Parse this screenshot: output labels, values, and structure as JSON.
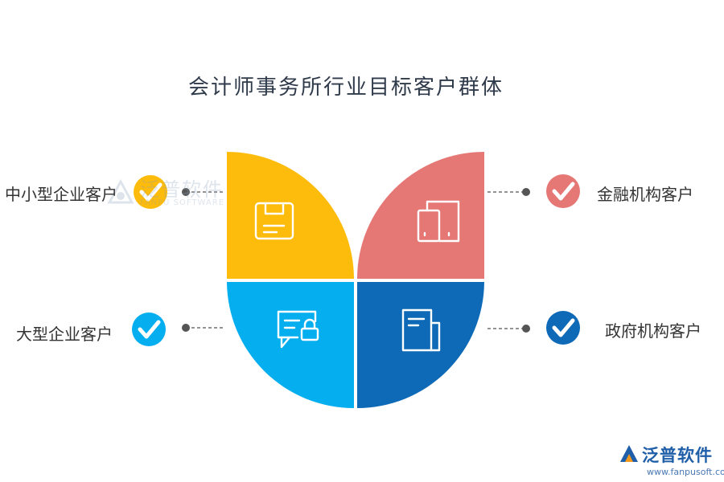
{
  "title": "会计师事务所行业目标客户群体",
  "segments": [
    {
      "label": "中小型企业客户",
      "color": "#fdbb0b",
      "icon": "save-document-icon"
    },
    {
      "label": "金融机构客户",
      "color": "#e57774",
      "icon": "documents-icon"
    },
    {
      "label": "大型企业客户",
      "color": "#05aeef",
      "icon": "secure-message-icon"
    },
    {
      "label": "政府机构客户",
      "color": "#0e6ab7",
      "icon": "file-folder-icon"
    }
  ],
  "watermark": {
    "name": "泛普软件",
    "sub": "FANPU SOFTWARE"
  },
  "brand": {
    "name": "泛普软件",
    "url": "www.fanpusoft.com"
  }
}
